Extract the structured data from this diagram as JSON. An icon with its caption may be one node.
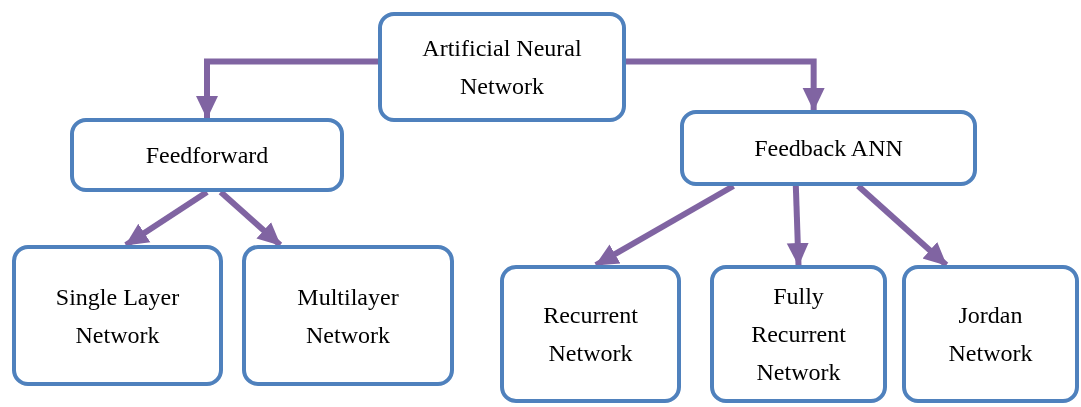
{
  "diagram": {
    "nodes": [
      {
        "text": [
          "Artificial Neural Network"
        ]
      },
      {
        "text": [
          "Feedforward"
        ]
      },
      {
        "text": [
          "Feedback ANN"
        ]
      },
      {
        "text": [
          "Single Layer Network"
        ]
      },
      {
        "text": [
          "Multilayer Network"
        ]
      },
      {
        "text": [
          "Recurrent Network"
        ]
      },
      {
        "text": [
          "Fully Recurrent Network"
        ]
      },
      {
        "text": [
          "Jordan Network"
        ]
      }
    ],
    "edges": [
      {
        "from": 0,
        "to": 1,
        "arrow": "to"
      },
      {
        "from": 0,
        "to": 2,
        "arrow": "to"
      },
      {
        "from": 1,
        "to": 3,
        "arrow": "to"
      },
      {
        "from": 1,
        "to": 4,
        "arrow": "to"
      },
      {
        "from": 2,
        "to": 5,
        "arrow": "to"
      },
      {
        "from": 2,
        "to": 6,
        "arrow": "to"
      },
      {
        "from": 2,
        "to": 7,
        "arrow": "to"
      }
    ]
  }
}
